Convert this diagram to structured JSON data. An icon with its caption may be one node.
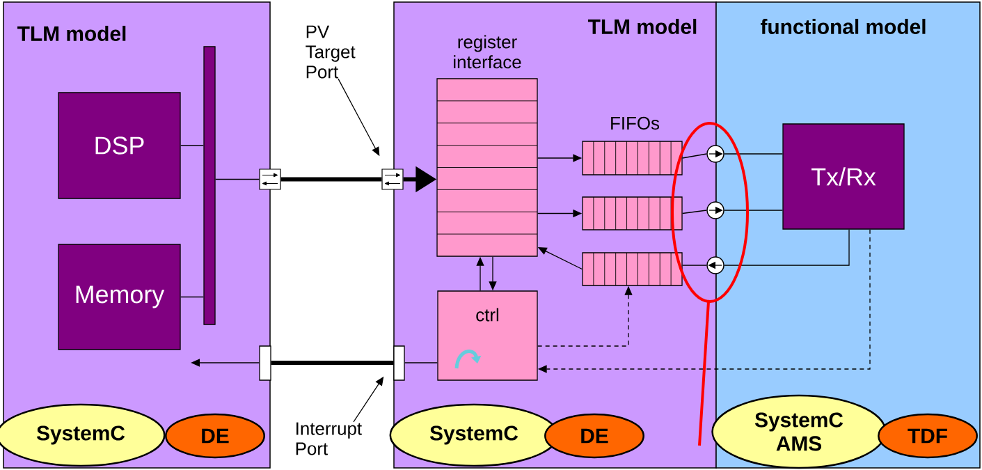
{
  "diagram": {
    "nodes": [
      {
        "text": [
          "TLM model"
        ]
      },
      {
        "text": [
          "DSP"
        ],
        "in": 0
      },
      {
        "text": [
          "Memory"
        ],
        "in": 0
      },
      {
        "text": [],
        "shape": "bar",
        "in": 0
      },
      {
        "text": [],
        "shape": "box"
      },
      {
        "text": [
          "TLM model"
        ]
      },
      {
        "text": [
          "functional model"
        ]
      },
      {
        "text": [],
        "shape": "box"
      },
      {
        "text": [
          "register interface"
        ],
        "in": 5
      },
      {
        "text": [],
        "shape": "box",
        "in": 5
      },
      {
        "text": [],
        "shape": "box",
        "in": 5
      },
      {
        "text": [],
        "shape": "box",
        "in": 5
      },
      {
        "text": [],
        "shape": "circle"
      },
      {
        "text": [],
        "shape": "circle"
      },
      {
        "text": [],
        "shape": "circle"
      },
      {
        "text": [
          "Tx/Rx"
        ],
        "in": 6
      },
      {
        "text": [
          "ctrl"
        ],
        "in": 5
      },
      {
        "text": [],
        "shape": "box",
        "in": 0
      },
      {
        "text": [],
        "shape": "box",
        "in": 5
      },
      {
        "text": [
          "PV Target Port"
        ]
      },
      {
        "text": [
          "Interrupt Port"
        ]
      },
      {
        "text": [
          "SystemC"
        ],
        "in": 0
      },
      {
        "text": [
          "DE"
        ],
        "in": 0
      },
      {
        "text": [
          "SystemC"
        ],
        "in": 5
      },
      {
        "text": [
          "DE"
        ],
        "in": 5
      },
      {
        "text": [
          "SystemC AMS"
        ],
        "in": 6
      },
      {
        "text": [
          "TDF"
        ],
        "in": 6
      }
    ],
    "edges": [
      {
        "from": 1,
        "to": 3,
        "arrow": "none"
      },
      {
        "from": 2,
        "to": 3,
        "arrow": "none"
      },
      {
        "from": 3,
        "to": 4,
        "arrow": "none"
      },
      {
        "from": 4,
        "to": 7,
        "arrow": "none",
        "style": "thick"
      },
      {
        "from": 7,
        "to": 8,
        "arrow": "to",
        "style": "thick"
      },
      {
        "from": 8,
        "to": 9,
        "arrow": "to"
      },
      {
        "from": 8,
        "to": 10,
        "arrow": "to"
      },
      {
        "from": 11,
        "to": 8,
        "arrow": "to"
      },
      {
        "from": 9,
        "to": 12,
        "arrow": "none"
      },
      {
        "from": 12,
        "to": 15,
        "arrow": "none"
      },
      {
        "from": 10,
        "to": 13,
        "arrow": "none"
      },
      {
        "from": 13,
        "to": 15,
        "arrow": "none"
      },
      {
        "from": 15,
        "to": 14,
        "arrow": "none"
      },
      {
        "from": 14,
        "to": 11,
        "arrow": "none"
      },
      {
        "from": 16,
        "to": 8,
        "arrow": "to"
      },
      {
        "from": 8,
        "to": 16,
        "arrow": "to"
      },
      {
        "from": 16,
        "to": 11,
        "arrow": "to",
        "style": "dashed"
      },
      {
        "from": 15,
        "to": 16,
        "arrow": "to",
        "style": "dashed"
      },
      {
        "from": 16,
        "to": 18,
        "arrow": "none"
      },
      {
        "from": 18,
        "to": 17,
        "arrow": "none",
        "style": "thick"
      },
      {
        "from": 17,
        "to": null,
        "arrow": "to"
      },
      {
        "from": 19,
        "to": 7,
        "arrow": "to"
      },
      {
        "from": 20,
        "to": 18,
        "arrow": "to"
      }
    ],
    "labels": [
      "FIFOs"
    ]
  }
}
